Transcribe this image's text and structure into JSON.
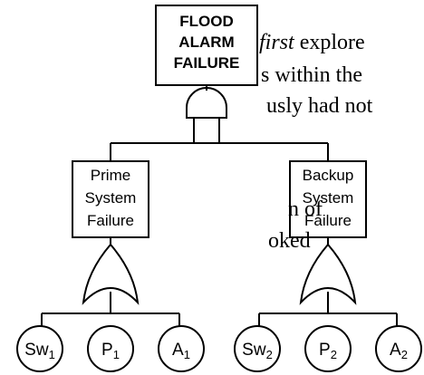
{
  "text_fragments": [
    {
      "pre": "",
      "ital": "first",
      "post": " explore"
    },
    {
      "pre": "s within the",
      "ital": "",
      "post": ""
    },
    {
      "pre": "usly had not",
      "ital": "",
      "post": ""
    },
    {
      "pre": "n of",
      "ital": "",
      "post": ""
    },
    {
      "pre": "oked",
      "ital": "",
      "post": ""
    }
  ],
  "top_event": {
    "lines": [
      "FLOOD",
      "ALARM",
      "FAILURE"
    ]
  },
  "top_gate": {
    "type": "AND"
  },
  "subsystems": [
    {
      "id": "prime",
      "lines": [
        "Prime",
        "System",
        "Failure"
      ],
      "gate": "OR",
      "events": [
        {
          "base": "Sw",
          "sub": "1"
        },
        {
          "base": "P",
          "sub": "1"
        },
        {
          "base": "A",
          "sub": "1"
        }
      ]
    },
    {
      "id": "backup",
      "lines": [
        "Backup",
        "System",
        "Failure"
      ],
      "gate": "OR",
      "events": [
        {
          "base": "Sw",
          "sub": "2"
        },
        {
          "base": "P",
          "sub": "2"
        },
        {
          "base": "A",
          "sub": "2"
        }
      ]
    }
  ]
}
